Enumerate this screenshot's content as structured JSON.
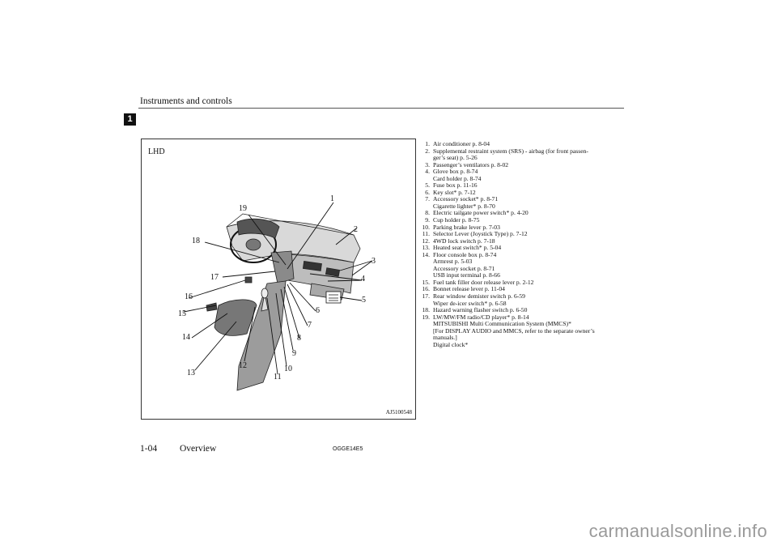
{
  "header": {
    "title": "Instruments and controls",
    "chapter_number": "1"
  },
  "figure": {
    "variant": "LHD",
    "code": "AJ5100548",
    "callouts": [
      "1",
      "2",
      "3",
      "4",
      "5",
      "6",
      "7",
      "8",
      "9",
      "10",
      "11",
      "12",
      "13",
      "14",
      "15",
      "16",
      "17",
      "18",
      "19"
    ]
  },
  "legend": [
    {
      "num": "1.",
      "lines": [
        "Air conditioner p. 8-04"
      ]
    },
    {
      "num": "2.",
      "lines": [
        "Supplemental restraint system (SRS) - airbag (for front passen-",
        "ger’s seat) p. 5-26"
      ]
    },
    {
      "num": "3.",
      "lines": [
        "Passenger’s ventilators p. 8-02"
      ]
    },
    {
      "num": "4.",
      "lines": [
        "Glove box p. 8-74",
        "Card holder p. 8-74"
      ]
    },
    {
      "num": "5.",
      "lines": [
        "Fuse box p. 11-16"
      ]
    },
    {
      "num": "6.",
      "lines": [
        "Key slot* p. 7-12"
      ]
    },
    {
      "num": "7.",
      "lines": [
        "Accessory socket* p. 8-71",
        "Cigarette lighter* p. 8-70"
      ]
    },
    {
      "num": "8.",
      "lines": [
        "Electric tailgate power switch* p. 4-20"
      ]
    },
    {
      "num": "9.",
      "lines": [
        "Cup holder p. 8-75"
      ]
    },
    {
      "num": "10.",
      "lines": [
        "Parking brake lever p. 7-03"
      ]
    },
    {
      "num": "11.",
      "lines": [
        "Selector Lever (Joystick Type) p. 7-12"
      ]
    },
    {
      "num": "12.",
      "lines": [
        "4WD lock switch p. 7-18"
      ]
    },
    {
      "num": "13.",
      "lines": [
        "Heated seat switch* p. 5-04"
      ]
    },
    {
      "num": "14.",
      "lines": [
        "Floor console box p. 8-74",
        "Armrest p. 5-03",
        "Accessory socket p. 8-71",
        "USB input terminal p. 8-66"
      ]
    },
    {
      "num": "15.",
      "lines": [
        "Fuel tank filler door release lever p. 2-12"
      ]
    },
    {
      "num": "16.",
      "lines": [
        "Bonnet release lever p. 11-04"
      ]
    },
    {
      "num": "17.",
      "lines": [
        "Rear window demister switch p. 6-59",
        "Wiper de-icer switch* p. 6-58"
      ]
    },
    {
      "num": "18.",
      "lines": [
        "Hazard warning flasher switch p. 6-50"
      ]
    },
    {
      "num": "19.",
      "lines": [
        "LW/MW/FM radio/CD player* p. 8-14",
        "MITSUBISHI Multi Communication System (MMCS)*",
        "[For DISPLAY AUDIO and MMCS, refer to the separate owner’s",
        "manuals.]",
        "Digital clock*"
      ]
    }
  ],
  "footer": {
    "page": "1-04",
    "section": "Overview",
    "code": "OGGE14E5"
  },
  "watermark": "carmanualsonline.info"
}
